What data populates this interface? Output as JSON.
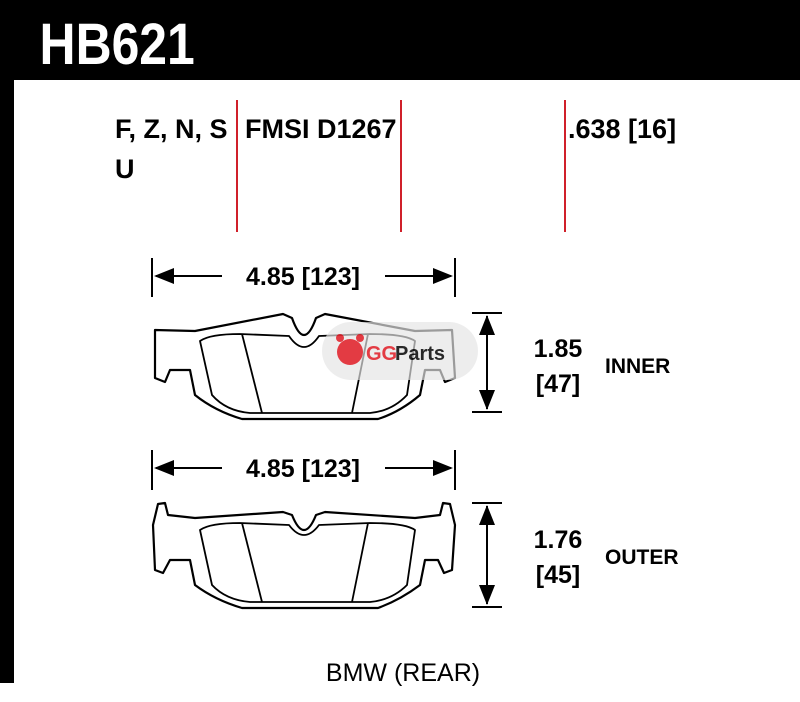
{
  "part_number": "HB621",
  "compounds": {
    "line1": "F, Z, N, S",
    "line2": "U"
  },
  "fmsi": "FMSI D1267",
  "thickness": ".638 [16]",
  "inner_pad": {
    "width": "4.85 [123]",
    "height_in": "1.85",
    "height_mm": "[47]",
    "label": "INNER"
  },
  "outer_pad": {
    "width": "4.85 [123]",
    "height_in": "1.76",
    "height_mm": "[45]",
    "label": "OUTER"
  },
  "application": "BMW (REAR)",
  "watermark": {
    "text_gg": "GG",
    "text_parts": "Parts"
  },
  "colors": {
    "divider_red": "#d0202a",
    "header_bg": "#000000",
    "watermark_red": "#e0262f"
  }
}
